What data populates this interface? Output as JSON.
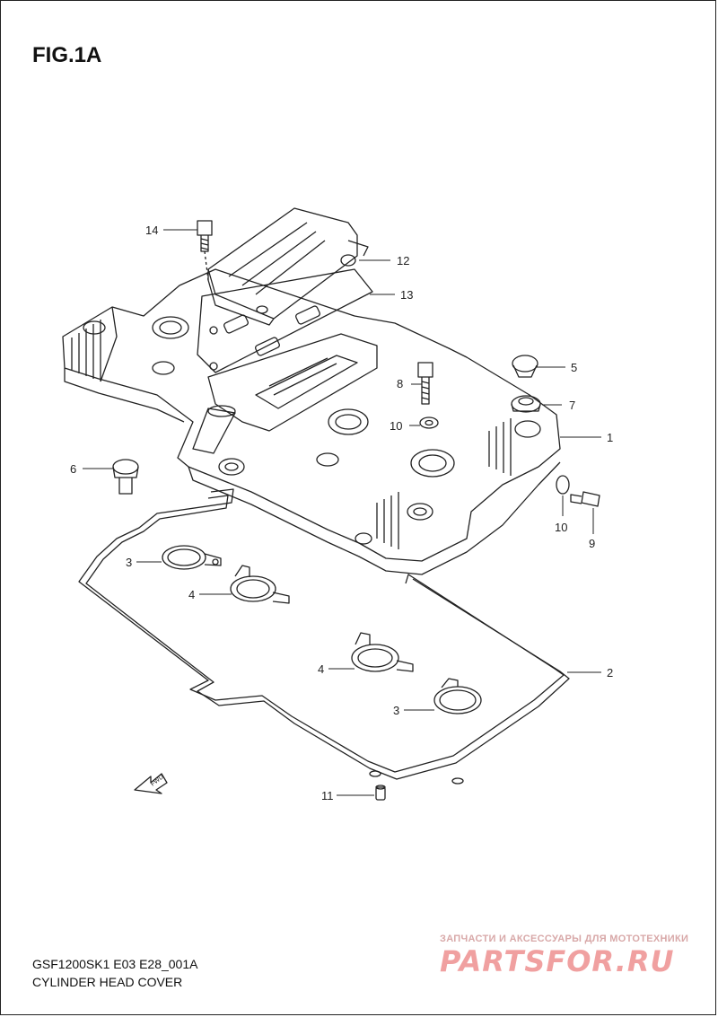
{
  "figure": {
    "title": "FIG.1A"
  },
  "callouts": {
    "c1": "1",
    "c2": "2",
    "c3a": "3",
    "c3b": "3",
    "c4a": "4",
    "c4b": "4",
    "c5": "5",
    "c6": "6",
    "c7": "7",
    "c8": "8",
    "c9": "9",
    "c10a": "10",
    "c10b": "10",
    "c11": "11",
    "c12": "12",
    "c13": "13",
    "c14": "14"
  },
  "symbols": {
    "forward_arrow": "FWD"
  },
  "footer": {
    "model_code": "GSF1200SK1 E03 E28_001A",
    "section_title": "CYLINDER HEAD COVER"
  },
  "watermark": {
    "tagline": "ЗАПЧАСТИ И АКСЕССУАРЫ ДЛЯ МОТОТЕХНИКИ",
    "brand": "PARTSFOR.RU"
  }
}
